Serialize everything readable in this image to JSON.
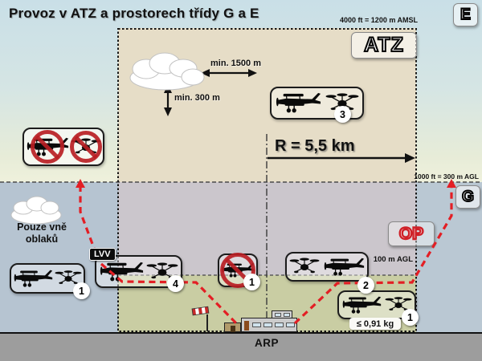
{
  "title": "Provoz v ATZ a prostorech třídy G a E",
  "airspace": {
    "class_e_badge": "E",
    "class_g_badge": "G",
    "atz_badge": "ATZ",
    "op_badge": "OP",
    "upper_limit": "4000 ft = 1200 m AMSL",
    "lower_limit": "1000 ft = 300 m AGL",
    "drone_limit": "100 m AGL",
    "radius": "R = 5,5 km"
  },
  "cloud_rules": {
    "horizontal_separation": "min. 1500 m",
    "vertical_separation": "min. 300 m",
    "outside_clouds_line1": "Pouze vně",
    "outside_clouds_line2": "oblaků"
  },
  "ground": {
    "arp_label": "ARP",
    "lvv_label": "LVV"
  },
  "weight_limit": "≤ 0,91 kg",
  "markers": {
    "outside_left": "1",
    "lvv_box": "4",
    "center_prohibited": "1",
    "inside_right": "2",
    "above_clouds": "3",
    "light_weight": "1"
  },
  "colors": {
    "flight_path_red": "#e31e24",
    "prohibition_red": "#b81e24",
    "atz_upper_fill": "#e6ddc7",
    "atz_middle_fill": "#cbc6cc",
    "atz_surface_fill": "#c9cda3",
    "below_limit_fill": "#b6c4d1",
    "ground_fill": "#9d9d9d",
    "sky_top": "#c9dfe7",
    "sky_bottom": "#eff1dc"
  }
}
